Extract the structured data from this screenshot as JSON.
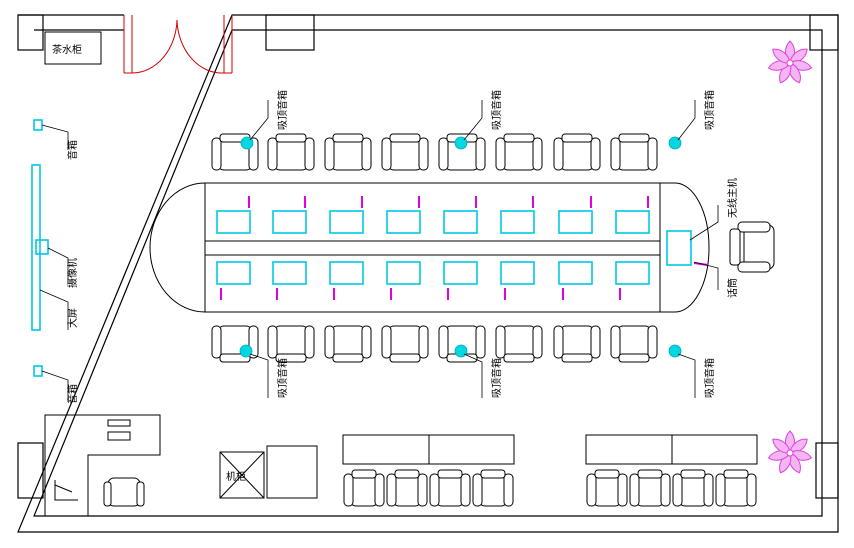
{
  "labels": {
    "tea_water": "茶水柜",
    "ceiling_speaker": "吸顶音箱",
    "speaker": "音箱",
    "camera": "摄像机",
    "big_screen": "大屏",
    "wireless_host": "无线主机",
    "podium": "话筒",
    "cabinet": "机柜"
  },
  "colors": {
    "monitor": "#00c8e6",
    "microphone": "#e000e0",
    "door": "#d00000",
    "plant": "#e040e0",
    "speaker": "#00d7e0"
  },
  "icons": [
    "plant-icon",
    "ceiling-speaker-icon",
    "wall-speaker-icon",
    "camera-icon"
  ]
}
